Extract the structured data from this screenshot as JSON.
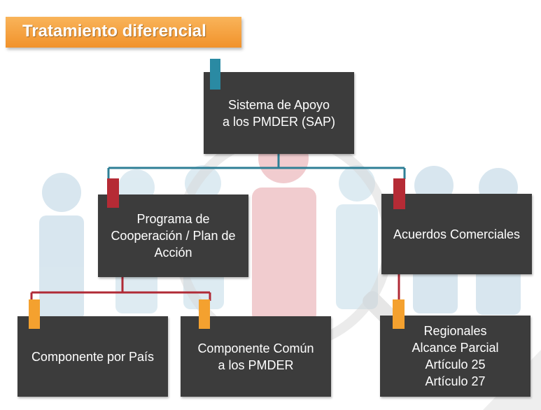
{
  "slide": {
    "title": "Tratamiento diferencial"
  },
  "nodes": {
    "root": "Sistema de Apoyo\na los PMDER (SAP)",
    "program": "Programa de\nCooperación / Plan de\nAcción",
    "trade": "Acuerdos Comerciales",
    "country": "Componente por País",
    "common": "Componente Común\na los PMDER",
    "regional": "Regionales\nAlcance Parcial\nArtículo 25\nArtículo 27"
  },
  "colors": {
    "box": "#3c3c3c",
    "title_bg": "#f39a33",
    "connector_level1": "#2e7f96",
    "connector_level2": "#b02a36",
    "connector_level3": "#f4a12f",
    "tab_level1": "#2a8aa3",
    "tab_level2": "#b52b35",
    "tab_level3": "#f4a12f"
  },
  "icons": [
    "people-group-background",
    "magnifying-glass-background"
  ]
}
